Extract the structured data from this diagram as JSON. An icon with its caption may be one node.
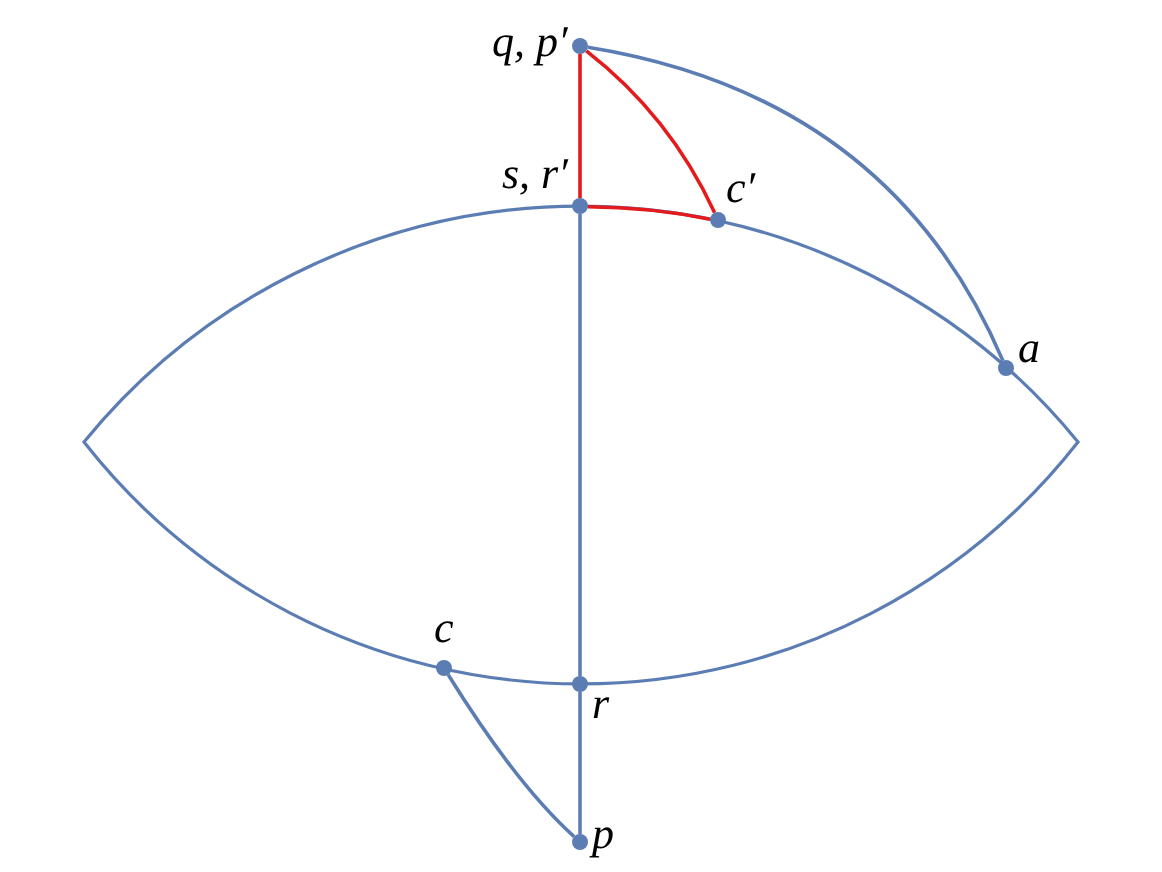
{
  "diagram": {
    "nodes": [
      {
        "text": [
          "q, p′"
        ]
      },
      {
        "text": [
          "s, r′"
        ]
      },
      {
        "text": [
          "c′"
        ]
      },
      {
        "text": [
          "a"
        ]
      },
      {
        "text": [
          "c"
        ]
      },
      {
        "text": [
          "r"
        ]
      },
      {
        "text": [
          "p"
        ]
      }
    ],
    "edges": [
      {
        "from": 0,
        "to": 1,
        "arrow": "none",
        "color": "#e41a1c"
      },
      {
        "from": 0,
        "to": 2,
        "arrow": "none",
        "color": "#e41a1c"
      },
      {
        "from": 1,
        "to": 2,
        "arrow": "none",
        "color": "#e41a1c"
      },
      {
        "from": 0,
        "to": 3,
        "arrow": "none"
      },
      {
        "from": 1,
        "to": 5,
        "arrow": "none"
      },
      {
        "from": 5,
        "to": 6,
        "arrow": "none"
      },
      {
        "from": 4,
        "to": 6,
        "arrow": "none"
      }
    ]
  }
}
